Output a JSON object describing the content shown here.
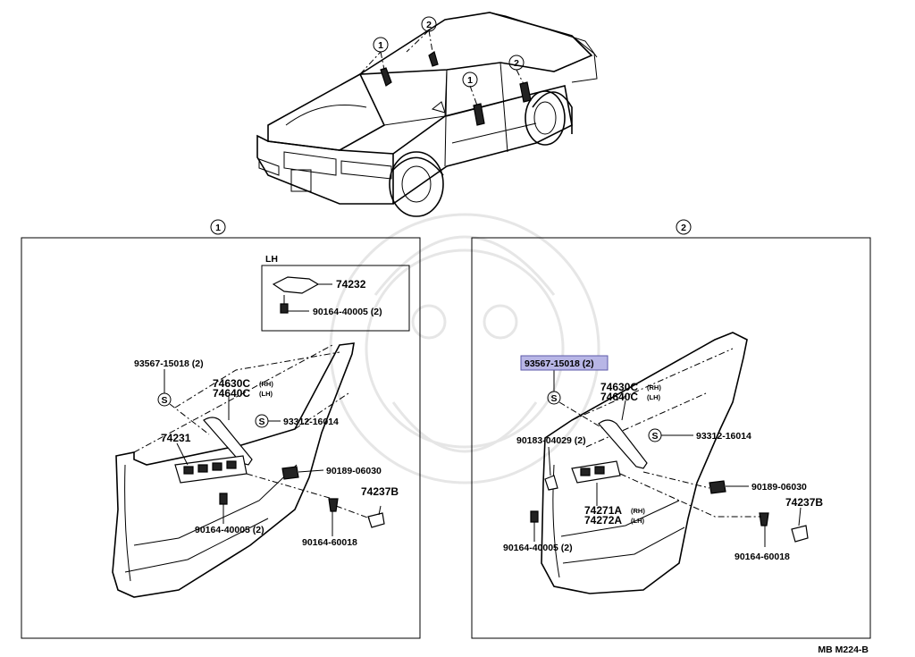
{
  "diagram": {
    "callout_1": "1",
    "callout_2": "2",
    "inset": {
      "title": "LH",
      "part_74232": "74232",
      "part_90164_40005": "90164-40005 (2)"
    },
    "panel_1": {
      "label": "1",
      "parts": {
        "p93567": "93567-15018 (2)",
        "p74630c": "74630C",
        "p74630c_side": "(RH)",
        "p74640c": "74640C",
        "p74640c_side": "(LH)",
        "p93312": "93312-16014",
        "p74231": "74231",
        "p90189": "90189-06030",
        "p74237b": "74237B",
        "p90164_40005": "90164-40005 (2)",
        "p90164_60018": "90164-60018",
        "s_symbol": "S"
      }
    },
    "panel_2": {
      "label": "2",
      "parts": {
        "p93567": "93567-15018 (2)",
        "p74630c": "74630C",
        "p74630c_side": "(RH)",
        "p74640c": "74640C",
        "p74640c_side": "(LH)",
        "p90183": "90183-04029 (2)",
        "p93312": "93312-16014",
        "p90189": "90189-06030",
        "p74237b": "74237B",
        "p74271a": "74271A",
        "p74271a_side": "(RH)",
        "p74272a": "74272A",
        "p74272a_side": "(LH)",
        "p90164_40005": "90164-40005 (2)",
        "p90164_60018": "90164-60018",
        "s_symbol": "S"
      }
    },
    "footer_code": "MB  M224-B",
    "highlight_color": "#b8b6e6"
  }
}
